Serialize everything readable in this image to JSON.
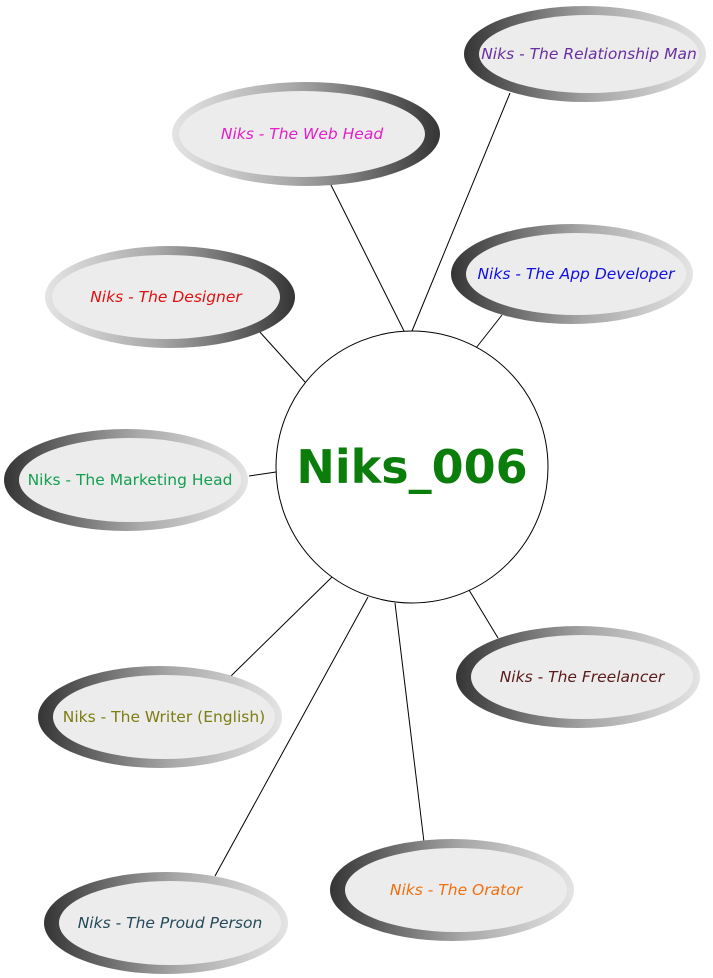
{
  "center": {
    "label": "Niks_006",
    "color": "#0b7d0b"
  },
  "nodes": [
    {
      "id": "relationship-man",
      "label": "Niks - The Relationship Man",
      "color": "#6a2fa0",
      "italic": true
    },
    {
      "id": "web-head",
      "label": "Niks - The Web Head",
      "color": "#e020c8",
      "italic": true
    },
    {
      "id": "app-developer",
      "label": "Niks - The App Developer",
      "color": "#1010e0",
      "italic": true
    },
    {
      "id": "designer",
      "label": "Niks - The Designer",
      "color": "#e01010",
      "italic": true
    },
    {
      "id": "marketing-head",
      "label": "Niks - The Marketing Head",
      "color": "#12a050",
      "italic": false
    },
    {
      "id": "freelancer",
      "label": "Niks - The Freelancer",
      "color": "#5a1a1a",
      "italic": true
    },
    {
      "id": "writer",
      "label": "Niks - The Writer (English)",
      "color": "#7d7d10",
      "italic": false
    },
    {
      "id": "orator",
      "label": "Niks - The Orator",
      "color": "#f07010",
      "italic": true
    },
    {
      "id": "proud-person",
      "label": "Niks - The Proud Person",
      "color": "#244a5a",
      "italic": true
    }
  ]
}
